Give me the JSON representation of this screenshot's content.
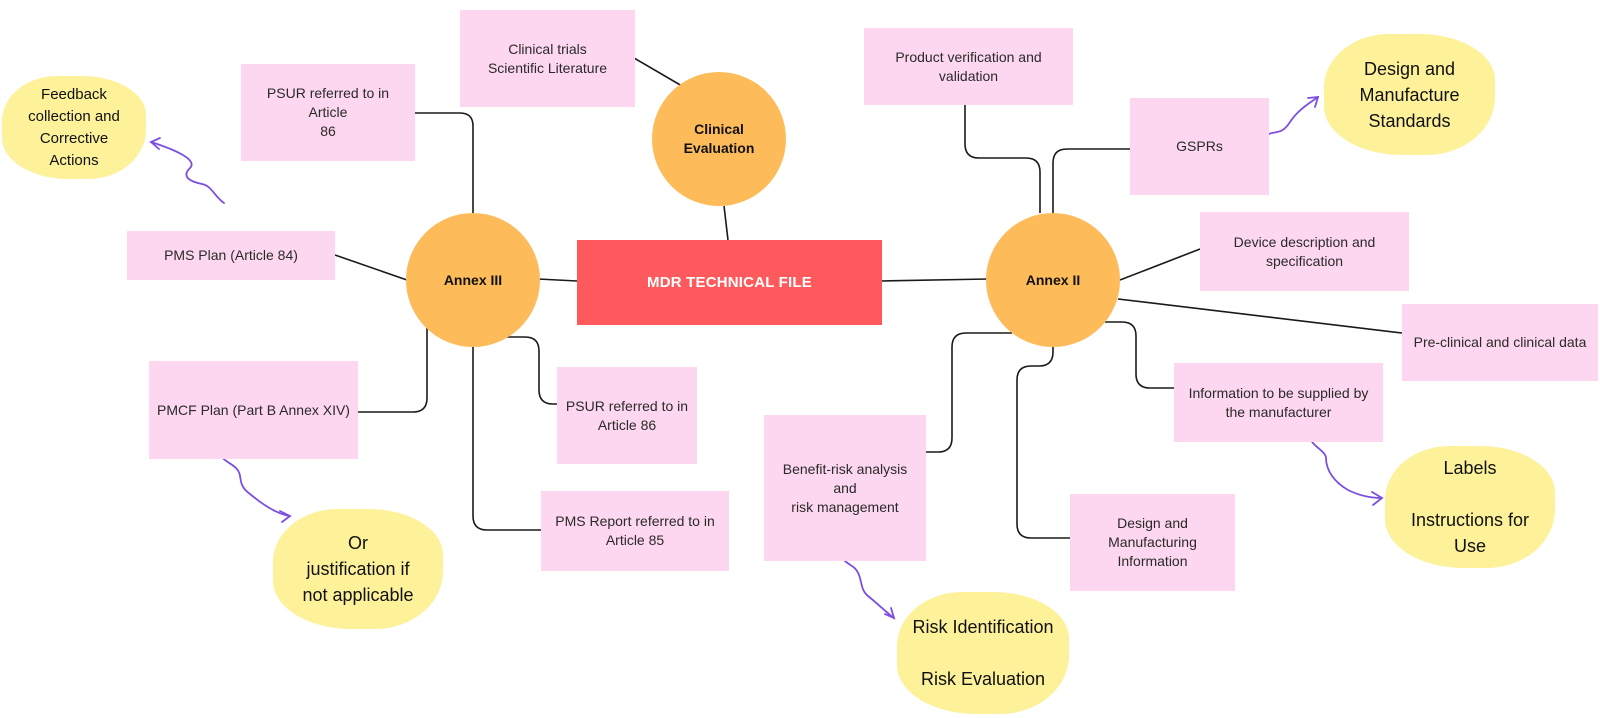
{
  "central": {
    "label": "MDR TECHNICAL FILE"
  },
  "hubs": {
    "annex3": "Annex III",
    "annex2": "Annex II",
    "clinical": "Clinical\nEvaluation"
  },
  "annex3_items": {
    "psur_top": "PSUR referred to in Article\n86",
    "pms_plan": "PMS Plan (Article 84)",
    "pmcf_plan": "PMCF Plan (Part B Annex XIV)",
    "psur_bottom": "PSUR referred to in\nArticle 86",
    "pms_report": "PMS Report referred to in\nArticle 85"
  },
  "clinical_items": {
    "trials": "Clinical trials\nScientific Literature"
  },
  "annex2_items": {
    "verification": "Product verification and\nvalidation",
    "gsprs": "GSPRs",
    "device_description": "Device description and\nspecification",
    "preclinical": "Pre-clinical and clinical data",
    "info_supplied": "Information to be supplied by\nthe manufacturer",
    "design_info": "Design and\nManufacturing\nInformation",
    "benefit_risk": "Benefit-risk analysis and\nrisk management"
  },
  "annotations": {
    "feedback": "Feedback\ncollection and\nCorrective\nActions",
    "justification": "Or\njustification if\nnot applicable",
    "standards": "Design and\nManufacture\nStandards",
    "labels_ifu": "Labels\n\nInstructions for\nUse",
    "risk": "Risk Identification\n\nRisk Evaluation"
  },
  "colors": {
    "note_pink": "#fdd7ef",
    "hub_orange": "#fdbb59",
    "root_red": "#fe5a5d",
    "annotation_yellow": "#fdf19a",
    "arrow_purple": "#7b4fe0"
  }
}
